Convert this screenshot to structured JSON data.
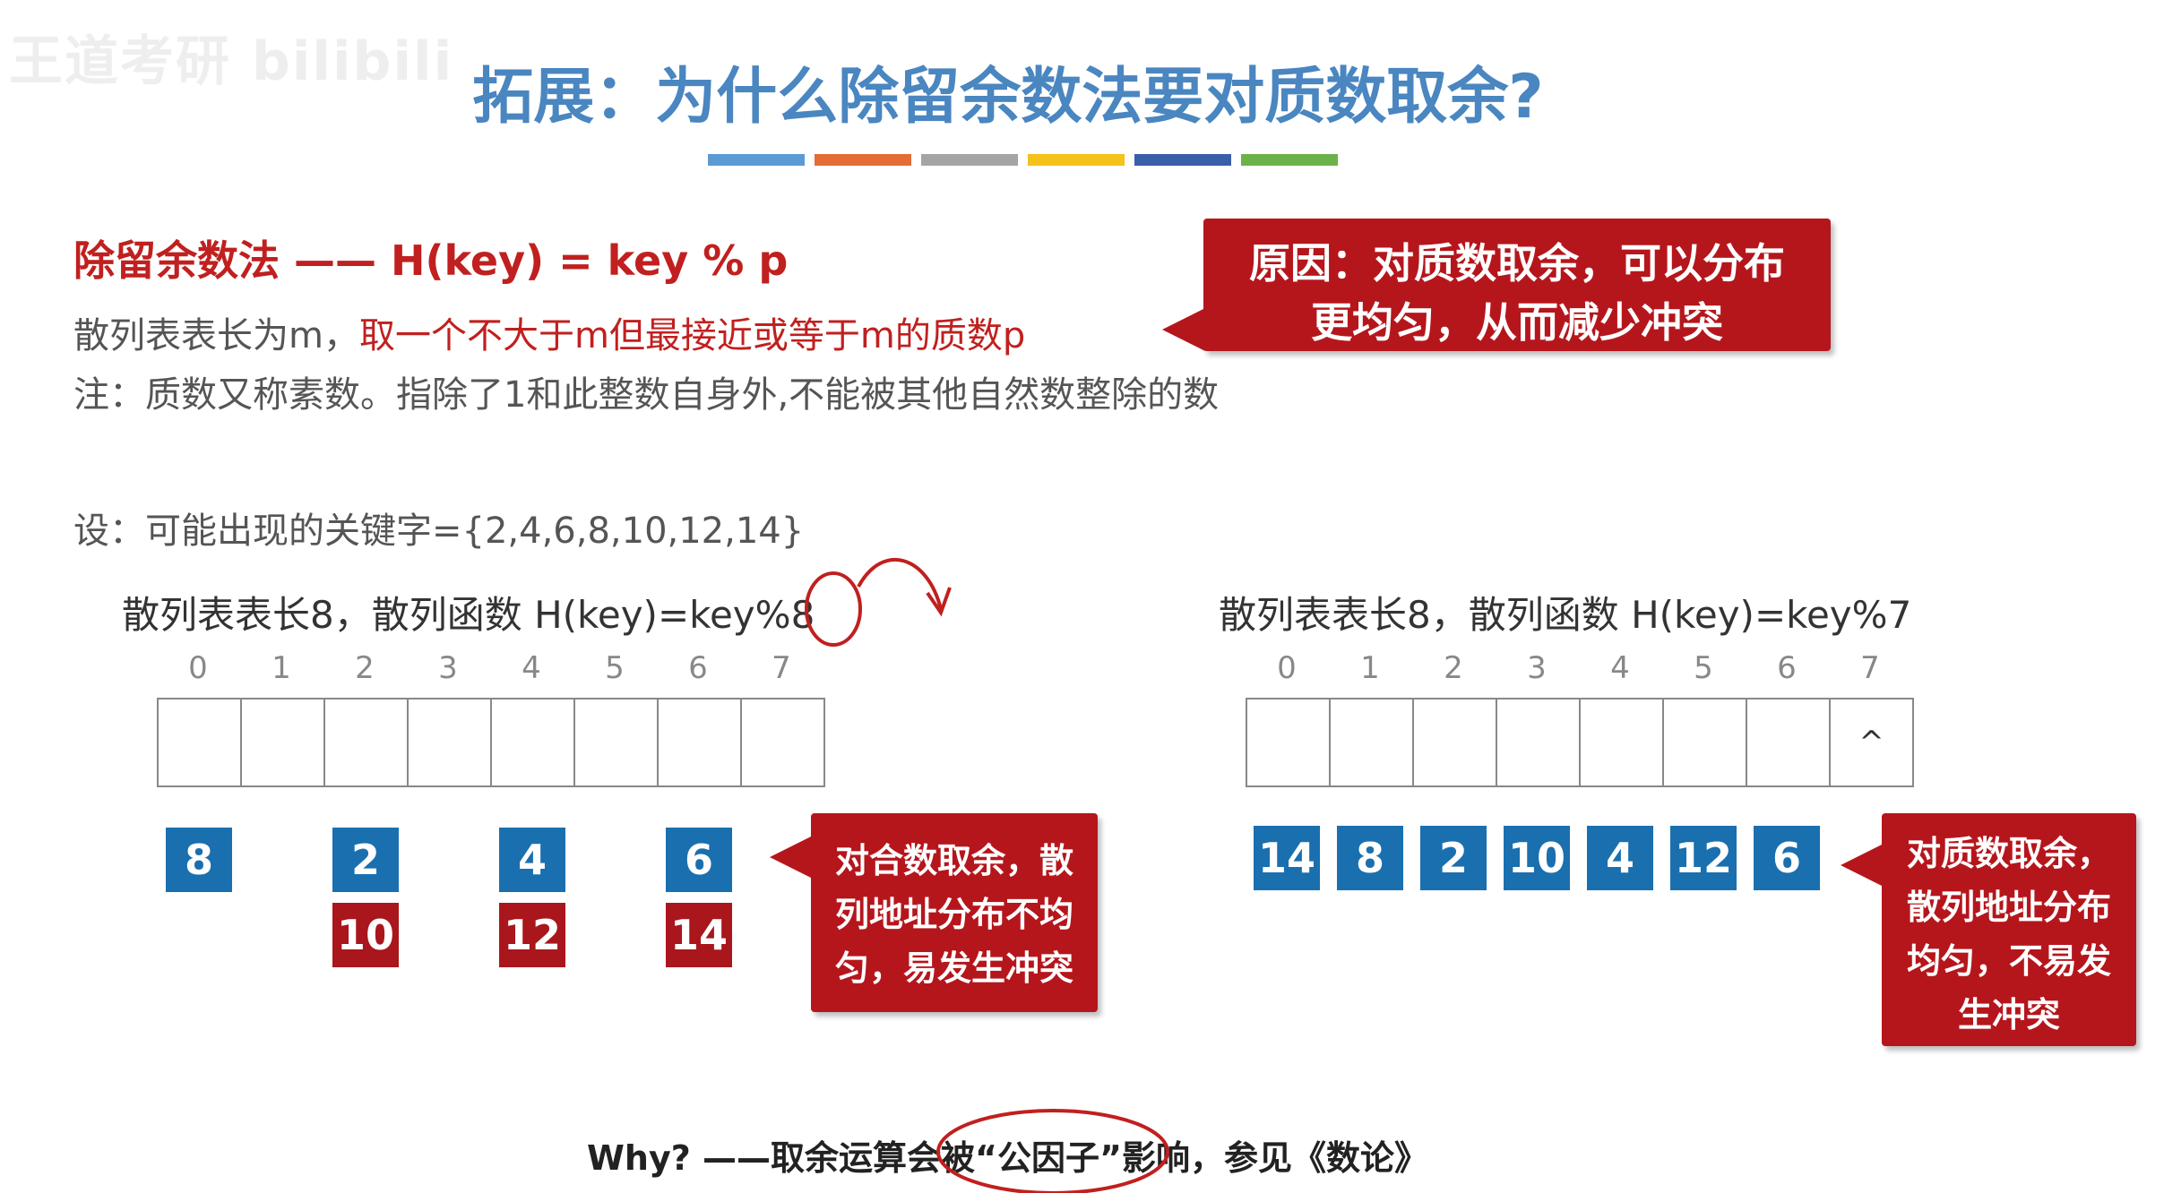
{
  "watermark": "王道考研 bilibili",
  "title": "拓展：为什么除留余数法要对质数取余?",
  "accent_colors": [
    "#5b9bd5",
    "#e46c35",
    "#a5a5a5",
    "#f5c11b",
    "#3b5ea8",
    "#6cb24a"
  ],
  "method_title": "除留余数法 —— H(key) = key % p",
  "definition": {
    "prefix": "散列表表长为m，",
    "highlight": "取一个不大于m但最接近或等于m的质数p"
  },
  "note": "注：质数又称素数。指除了1和此整数自身外,不能被其他自然数整除的数",
  "reason_callout": {
    "line1": "原因：对质数取余，可以分布",
    "line2": "更均匀，从而减少冲突"
  },
  "assumption": "设：可能出现的关键字={2,4,6,8,10,12,14}",
  "left_example": {
    "heading": "散列表表长8，散列函数 H(key)=key%8",
    "indices": [
      "0",
      "1",
      "2",
      "3",
      "4",
      "5",
      "6",
      "7"
    ],
    "cells": [
      "",
      "",
      "",
      "",
      "",
      "",
      "",
      ""
    ],
    "top_keys": [
      "8",
      "2",
      "4",
      "6"
    ],
    "bottom_keys": [
      "10",
      "12",
      "14"
    ],
    "callout": {
      "line1": "对合数取余，散",
      "line2": "列地址分布不均",
      "line3": "匀，易发生冲突"
    }
  },
  "right_example": {
    "heading": "散列表表长8，散列函数 H(key)=key%7",
    "indices": [
      "0",
      "1",
      "2",
      "3",
      "4",
      "5",
      "6",
      "7"
    ],
    "cells": [
      "",
      "",
      "",
      "",
      "",
      "",
      "",
      "^"
    ],
    "keys": [
      "14",
      "8",
      "2",
      "10",
      "4",
      "12",
      "6"
    ],
    "callout": {
      "line1": "对质数取余，",
      "line2": "散列地址分布",
      "line3": "均匀，不易发",
      "line4": "生冲突"
    }
  },
  "footer": "Why? ——取余运算会被“公因子”影响，参见《数论》"
}
